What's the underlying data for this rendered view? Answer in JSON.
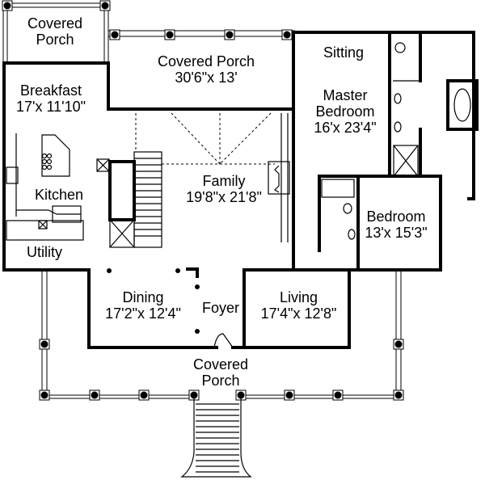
{
  "plan": {
    "rooms": [
      {
        "id": "covered-porch-rear-left",
        "name": "Covered Porch",
        "lines": [
          "Covered",
          "Porch"
        ],
        "size": ""
      },
      {
        "id": "covered-porch-rear",
        "name": "Covered Porch",
        "lines": [
          "Covered Porch"
        ],
        "size": "30'6\"x 13'"
      },
      {
        "id": "sitting",
        "name": "Sitting",
        "lines": [
          "Sitting"
        ],
        "size": ""
      },
      {
        "id": "master-bedroom",
        "name": "Master Bedroom",
        "lines": [
          "Master",
          "Bedroom"
        ],
        "size": "16'x 23'4\""
      },
      {
        "id": "breakfast",
        "name": "Breakfast",
        "lines": [
          "Breakfast"
        ],
        "size": "17'x 11'10\""
      },
      {
        "id": "family",
        "name": "Family",
        "lines": [
          "Family"
        ],
        "size": "19'8\"x 21'8\""
      },
      {
        "id": "kitchen",
        "name": "Kitchen",
        "lines": [
          "Kitchen"
        ],
        "size": ""
      },
      {
        "id": "bedroom",
        "name": "Bedroom",
        "lines": [
          "Bedroom"
        ],
        "size": "13'x 15'3\""
      },
      {
        "id": "utility",
        "name": "Utility",
        "lines": [
          "Utility"
        ],
        "size": ""
      },
      {
        "id": "dining",
        "name": "Dining",
        "lines": [
          "Dining"
        ],
        "size": "17'2\"x 12'4\""
      },
      {
        "id": "foyer",
        "name": "Foyer",
        "lines": [
          "Foyer"
        ],
        "size": ""
      },
      {
        "id": "living",
        "name": "Living",
        "lines": [
          "Living"
        ],
        "size": "17'4\"x 12'8\""
      },
      {
        "id": "covered-porch-front",
        "name": "Covered Porch",
        "lines": [
          "Covered",
          "Porch"
        ],
        "size": ""
      }
    ]
  }
}
